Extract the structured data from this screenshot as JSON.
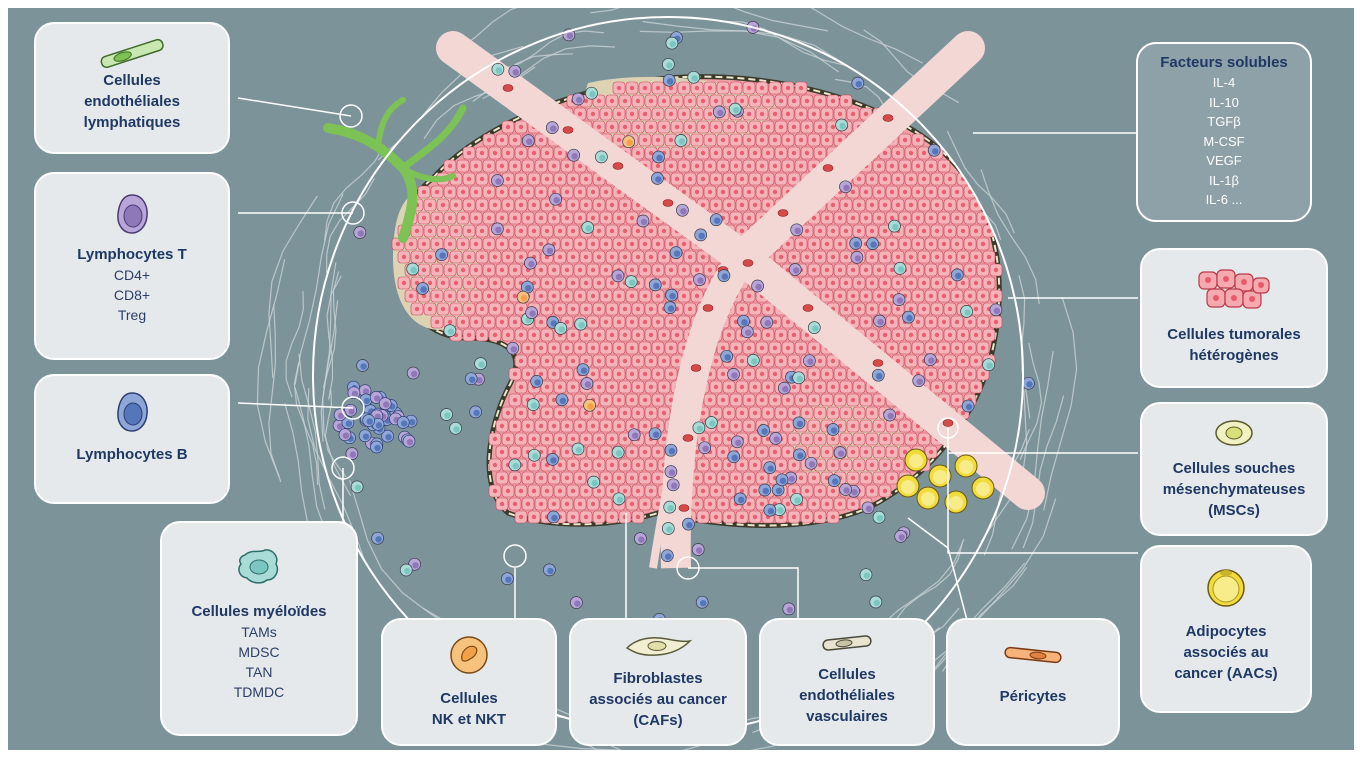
{
  "colors": {
    "background": "#7d939a",
    "box_fill": "#e6e9ec",
    "box_text": "#1f3864",
    "tumor_cell": "#f0a5ac",
    "stroma": "#e8dfc4",
    "lymphatic": "#7cc254",
    "t_cell": "#8f78b8",
    "b_cell": "#5576b8",
    "myeloid": "#7cc6c2",
    "nk_cell": "#f2a14a",
    "adipocyte": "#f2dc3c"
  },
  "labels": {
    "lymph_endo": {
      "title": "Cellules\nendothéliales\nlymphatiques",
      "icon": "lymphatic-endothelial-cell-icon"
    },
    "lymph_t": {
      "title": "Lymphocytes T",
      "items": [
        "CD4+",
        "CD8+",
        "Treg"
      ],
      "icon": "t-lymphocyte-icon"
    },
    "lymph_b": {
      "title": "Lymphocytes B",
      "icon": "b-lymphocyte-icon"
    },
    "myeloid": {
      "title": "Cellules myéloïdes",
      "items": [
        "TAMs",
        "MDSC",
        "TAN",
        "TDMDC"
      ],
      "icon": "myeloid-cell-icon"
    },
    "nk": {
      "title": "Cellules\nNK et NKT",
      "icon": "nk-cell-icon"
    },
    "caf": {
      "title": "Fibroblastes\nassociés au cancer\n(CAFs)",
      "icon": "fibroblast-icon"
    },
    "endo_vasc": {
      "title": "Cellules\nendothéliales\nvasculaires",
      "icon": "vascular-endothelial-cell-icon"
    },
    "pericytes": {
      "title": "Péricytes",
      "icon": "pericyte-icon"
    },
    "adipo": {
      "title": "Adipocytes\nassociés au\ncancer (AACs)",
      "icon": "adipocyte-icon"
    },
    "msc": {
      "title": "Cellules souches\nmésenchymateuses\n(MSCs)",
      "icon": "mesenchymal-stem-cell-icon"
    },
    "tumor": {
      "title": "Cellules tumorales\nhétérogènes",
      "icon": "tumor-cells-icon"
    },
    "facteurs": {
      "title": "Facteurs solubles",
      "items": [
        "IL-4",
        "IL-10",
        "TGFβ",
        "M-CSF",
        "VEGF",
        "IL-1β",
        "IL-6 ..."
      ]
    }
  }
}
